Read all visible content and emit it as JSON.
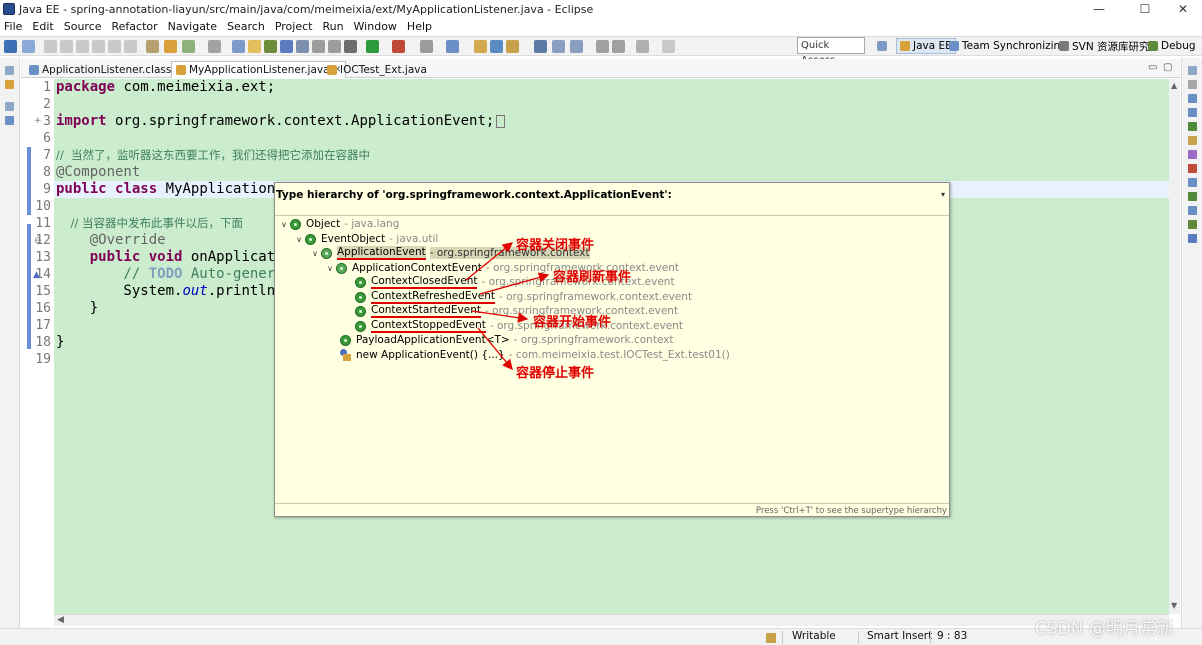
{
  "window": {
    "title": "Java EE - spring-annotation-liayun/src/main/java/com/meimeixia/ext/MyApplicationListener.java - Eclipse",
    "minimize": "—",
    "maximize": "☐",
    "close": "✕"
  },
  "menu": [
    "File",
    "Edit",
    "Source",
    "Refactor",
    "Navigate",
    "Search",
    "Project",
    "Run",
    "Window",
    "Help"
  ],
  "toolbar": {
    "quick_access_placeholder": "Quick Access",
    "perspectives": [
      "Java EE",
      "Team Synchronizing",
      "SVN 资源库研究",
      "Debug"
    ]
  },
  "tabs": [
    {
      "label": "ApplicationListener.class",
      "active": false
    },
    {
      "label": "MyApplicationListener.java",
      "active": true,
      "close": "✕"
    },
    {
      "label": "IOCTest_Ext.java",
      "active": false
    }
  ],
  "editor": {
    "lines": [
      {
        "n": "1",
        "text": "package com.meimeixia.ext;"
      },
      {
        "n": "2",
        "text": ""
      },
      {
        "n": "3",
        "text": "import org.springframework.context.ApplicationEvent;"
      },
      {
        "n": "6",
        "text": ""
      },
      {
        "n": "7",
        "text": "//  当然了，监听器这东西要工作，我们还得把它添加在容器中"
      },
      {
        "n": "8",
        "text": "@Component"
      },
      {
        "n": "9",
        "text": "public class MyApplicationL"
      },
      {
        "n": "10",
        "text": ""
      },
      {
        "n": "11",
        "text": "    // 当容器中发布此事件以后，下面"
      },
      {
        "n": "12",
        "text": "    @Override"
      },
      {
        "n": "13",
        "text": "    public void onApplicati"
      },
      {
        "n": "14",
        "text": "        // TODO Auto-genera"
      },
      {
        "n": "15",
        "text": "        System.out.println("
      },
      {
        "n": "16",
        "text": "    }"
      },
      {
        "n": "17",
        "text": ""
      },
      {
        "n": "18",
        "text": "}"
      },
      {
        "n": "19",
        "text": ""
      }
    ],
    "kw": {
      "package": "package",
      "import": "import",
      "public": "public",
      "class": "class",
      "void": "void",
      "todo": "TODO",
      "out": "out"
    },
    "fold_mark_3": "+",
    "fold_mark_12": "⊖",
    "fold_mark_14": "▲"
  },
  "hierarchy": {
    "title": "Type hierarchy of 'org.springframework.context.ApplicationEvent':",
    "menu_glyph": "▾",
    "footer": "Press 'Ctrl+T' to see the supertype hierarchy",
    "nodes": [
      {
        "name": "Object",
        "pkg": "- java.lang"
      },
      {
        "name": "EventObject",
        "pkg": "- java.util"
      },
      {
        "name": "ApplicationEvent",
        "pkg": "- org.springframework.context"
      },
      {
        "name": "ApplicationContextEvent",
        "pkg": "- org.springframework.context.event"
      },
      {
        "name": "ContextClosedEvent",
        "pkg": "- org.springframework.context.event"
      },
      {
        "name": "ContextRefreshedEvent",
        "pkg": "- org.springframework.context.event"
      },
      {
        "name": "ContextStartedEvent",
        "pkg": "- org.springframework.context.event"
      },
      {
        "name": "ContextStoppedEvent",
        "pkg": "- org.springframework.context.event"
      },
      {
        "name": "PayloadApplicationEvent<T>",
        "pkg": "- org.springframework.context"
      },
      {
        "name": "new ApplicationEvent() {...}",
        "pkg": "- com.meimeixia.test.IOCTest_Ext.test01()"
      }
    ]
  },
  "annotations": {
    "closed": "容器关闭事件",
    "refreshed": "容器刷新事件",
    "started": "容器开始事件",
    "stopped": "容器停止事件"
  },
  "statusbar": {
    "writable": "Writable",
    "insert_mode": "Smart Insert",
    "position": "9 : 83"
  },
  "watermark": "CSDN @明月常新",
  "colors": {
    "editor_bg": "#cbeccd",
    "popup_bg": "#ffffe1",
    "annotation": "#e00000",
    "keyword": "#7f0055",
    "comment": "#3f7f5f"
  }
}
